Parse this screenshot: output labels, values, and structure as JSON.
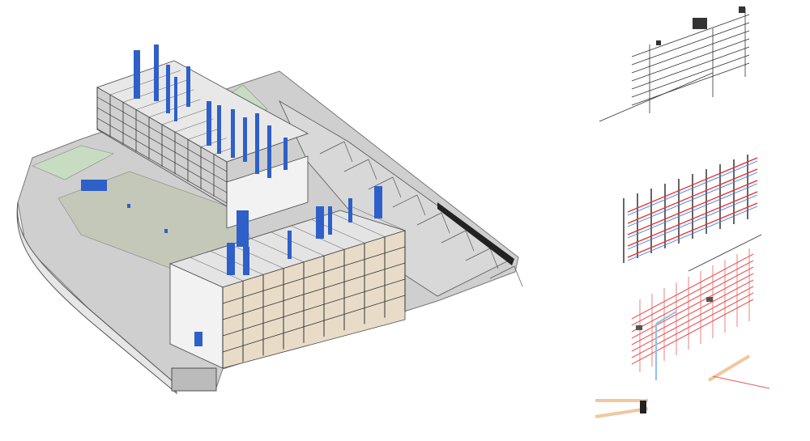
{
  "figure": {
    "main_model": "building-isometric",
    "systems": [
      "plumbing-system-gray",
      "hvac-piping-red-blue",
      "fire-sprinkler-red"
    ]
  },
  "colors": {
    "slab": "#cfcfcf",
    "slab_edge": "#8c8c8c",
    "courtyard": "#c4c8b8",
    "green_roof": "#c8dcc4",
    "wall": "#f2f2f2",
    "line": "#333333",
    "duct_blue": "#2f5fc8",
    "floor_tan": "#e8dcc8",
    "pipe_red": "#e03030",
    "pipe_blue": "#4a78e0",
    "sprinkler_red": "#e86060",
    "duct_orange": "#f0c8a0",
    "duct_lightblue": "#8cc4e8"
  }
}
